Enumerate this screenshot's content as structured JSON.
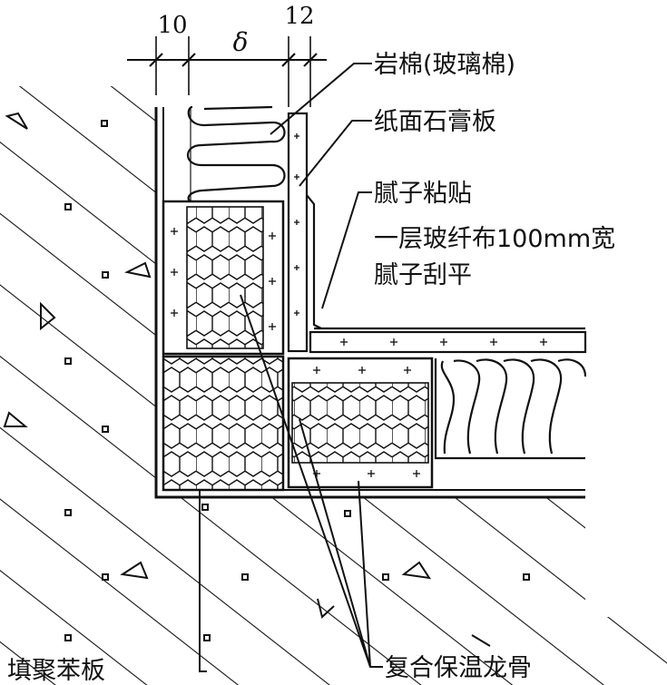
{
  "dimensions": {
    "d1": "10",
    "d2": "δ",
    "d3": "12"
  },
  "labels": {
    "rock_wool": "岩棉(玻璃棉)",
    "gypsum_board": "纸面石膏板",
    "putty_paste": "腻子粘贴",
    "fiberglass_layer": "一层玻纤布100mm宽",
    "putty_scrape": "腻子刮平",
    "polystyrene_fill": "填聚苯板",
    "composite_keel": "复合保温龙骨"
  },
  "colors": {
    "line": "#111111",
    "background": "#ffffff"
  }
}
